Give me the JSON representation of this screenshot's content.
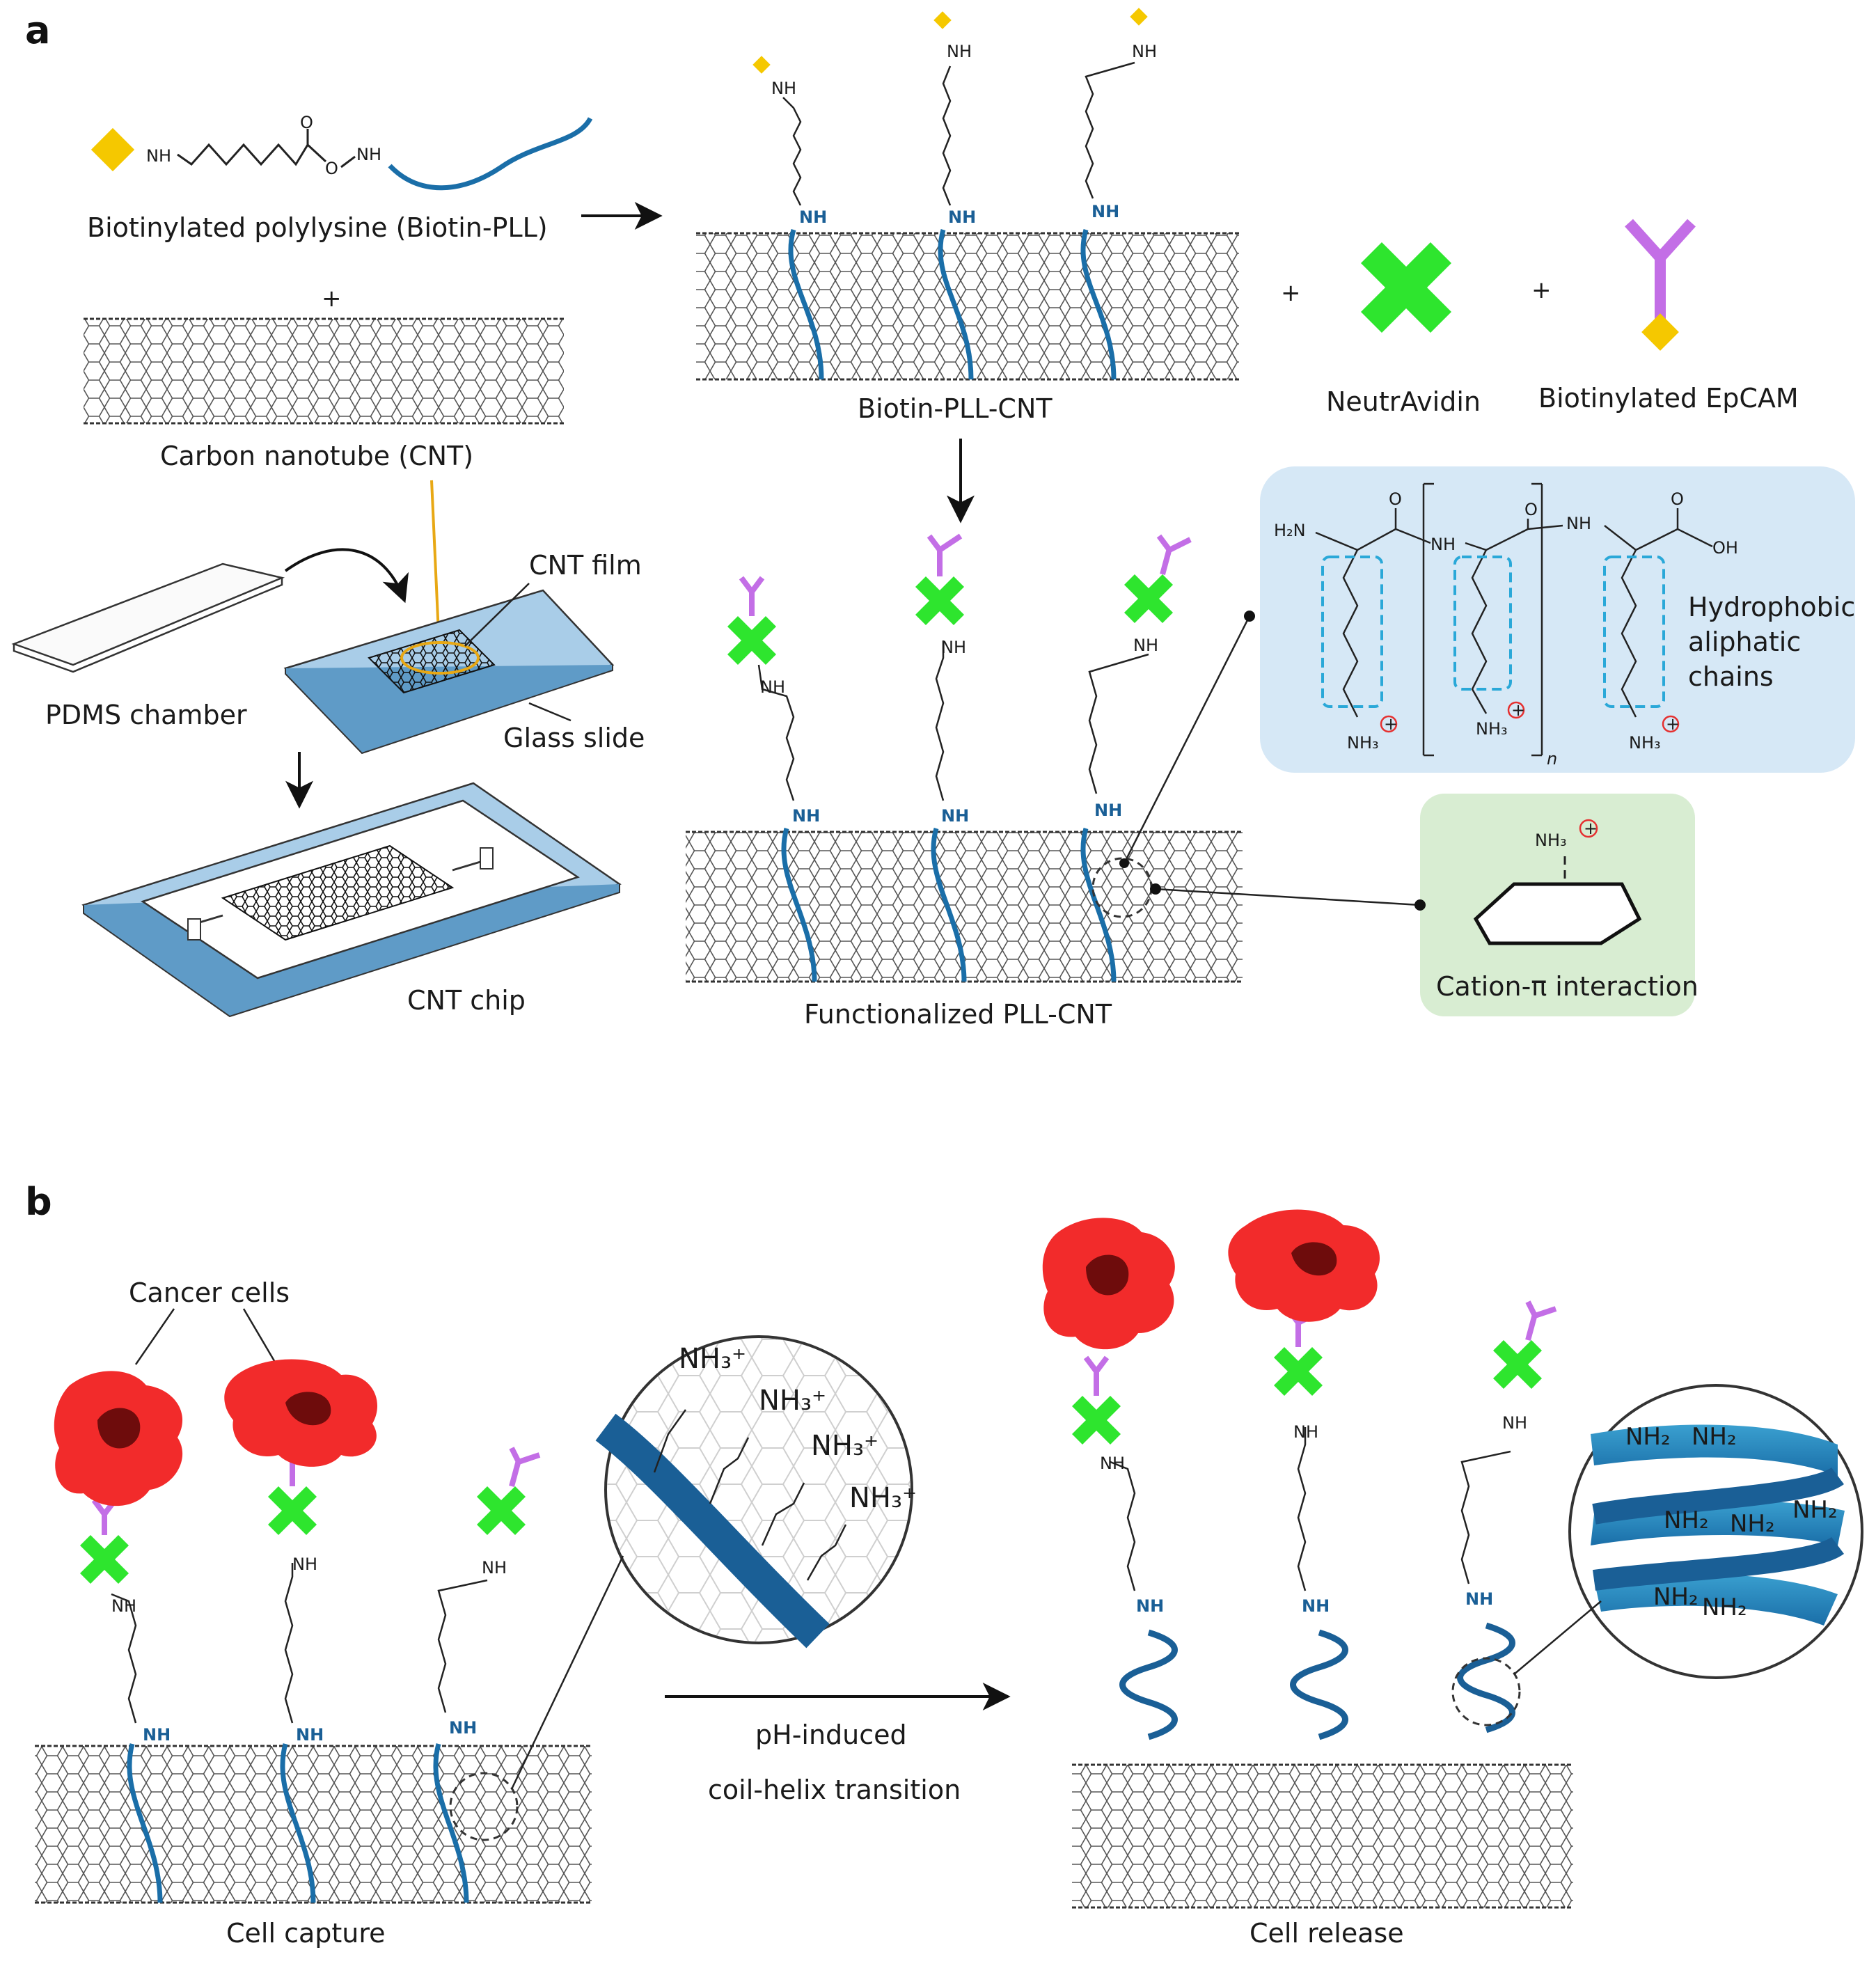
{
  "panel_a": {
    "letter": "a",
    "biotin_pll_label": "Biotinylated polylysine (Biotin-PLL)",
    "plus": "+",
    "cnt_label": "Carbon nanotube (CNT)",
    "biotin_pll_cnt_label": "Biotin-PLL-CNT",
    "neutravidin_label": "NeutrAvidin",
    "biotinylated_epcam_label": "Biotinylated EpCAM",
    "cnt_film_label": "CNT film",
    "glass_slide_label": "Glass slide",
    "pdms_chamber_label": "PDMS chamber",
    "cnt_chip_label": "CNT chip",
    "functionalized_label": "Functionalized PLL-CNT",
    "hydrophobic_label": [
      "Hydrophobic",
      "aliphatic",
      "chains"
    ],
    "cation_pi_label": "Cation-π interaction",
    "chem": {
      "nh": "NH",
      "o": "O",
      "h2n": "H₂N",
      "oh": "OH",
      "nh3": "NH₃",
      "n": "n",
      "plus_charge": "+"
    }
  },
  "panel_b": {
    "letter": "b",
    "cancer_cells_label": "Cancer cells",
    "cell_capture_label": "Cell capture",
    "cell_release_label": "Cell release",
    "transition_line1": "pH-induced",
    "transition_line2": "coil-helix transition",
    "nh3_plus": "NH₃⁺",
    "nh2": "NH₂"
  },
  "colors": {
    "polymer_blue": "#1a6ea8",
    "biotin_yellow": "#f5c800",
    "neutravidin_green": "#2ee52e",
    "antibody_purple": "#c36ee6",
    "cell_red": "#f22b2b",
    "nucleus": "#6e0c0c",
    "glass_blue": "#a9cde8",
    "callout_blue": "#d6e8f6",
    "callout_green": "#d8edd2",
    "hexagon_gray": "#555555"
  }
}
